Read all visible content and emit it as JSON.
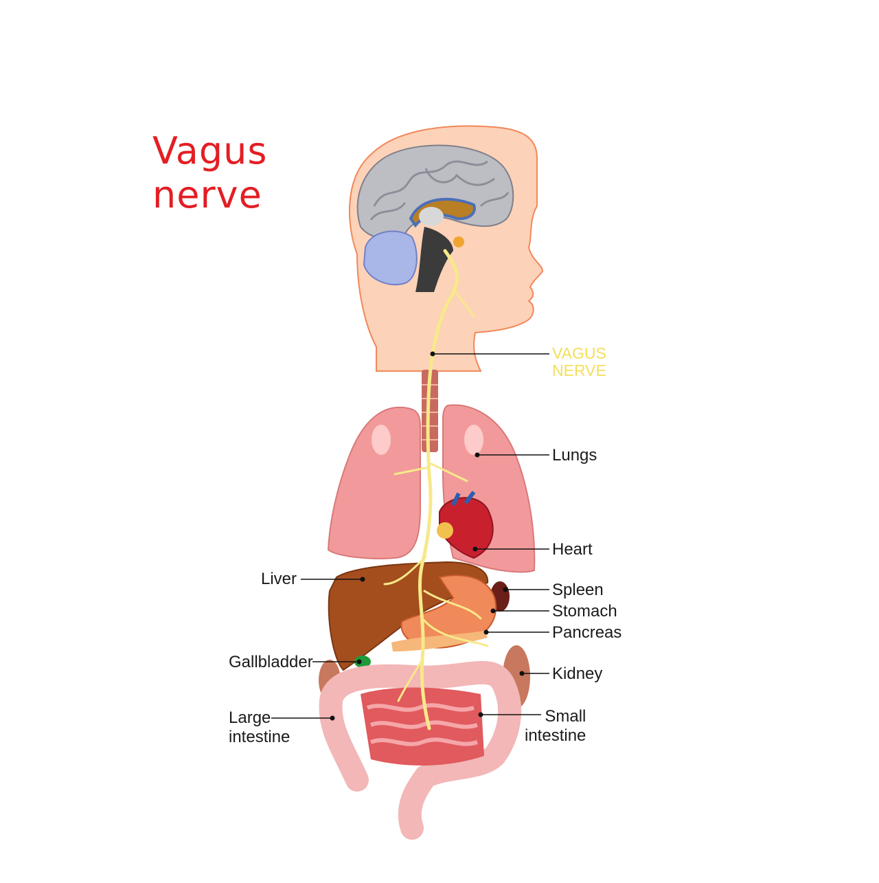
{
  "title": {
    "line1": "Vagus",
    "line2": "nerve"
  },
  "labels": {
    "vagus_nerve": {
      "line1": "VAGUS",
      "line2": "NERVE"
    },
    "lungs": "Lungs",
    "heart": "Heart",
    "liver": "Liver",
    "spleen": "Spleen",
    "stomach": "Stomach",
    "pancreas": "Pancreas",
    "gallbladder": "Gallbladder",
    "kidney": "Kidney",
    "large_intestine": {
      "line1": "Large",
      "line2": "intestine"
    },
    "small_intestine": {
      "line1": "Small",
      "line2": "intestine"
    }
  },
  "colors": {
    "title": "#e31e24",
    "nerve": "#f7e98a",
    "skin": "#fcd2b8",
    "lungs": "#f29a9b",
    "liver": "#a44e1e",
    "heart": "#c9202e",
    "intestine": "#f3b7b7"
  }
}
